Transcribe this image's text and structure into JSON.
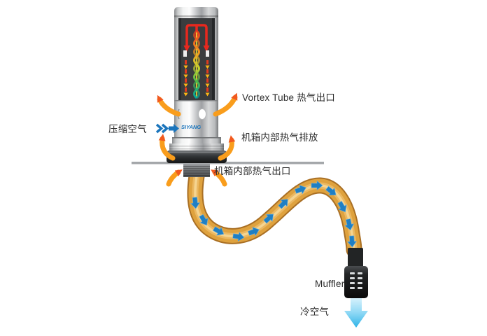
{
  "labels": {
    "hot_air_outlet": "Vortex Tube 热气出口",
    "compressed_air": "压缩空气",
    "cabinet_hot_air_discharge": "机箱内部热气排放",
    "cabinet_hot_air_outlet": "机箱内部热气出口",
    "muffler": "Muffler",
    "cold_air": "冷空气"
  },
  "device": {
    "brand": "SIYANG"
  },
  "colors": {
    "hot_arrow": "#F7941D",
    "hot_arrow_tip": "#F1591F",
    "flow_arrow_blue": "#1F7FC4",
    "compressed_air_blue": "#1B75BC",
    "cold_air_cyan": "#2EB3E7",
    "hose_orange": "#DFA23E",
    "muffler_black": "#141414",
    "panel_line_gray": "#A4A7AA",
    "text": "#2B2B2B"
  }
}
